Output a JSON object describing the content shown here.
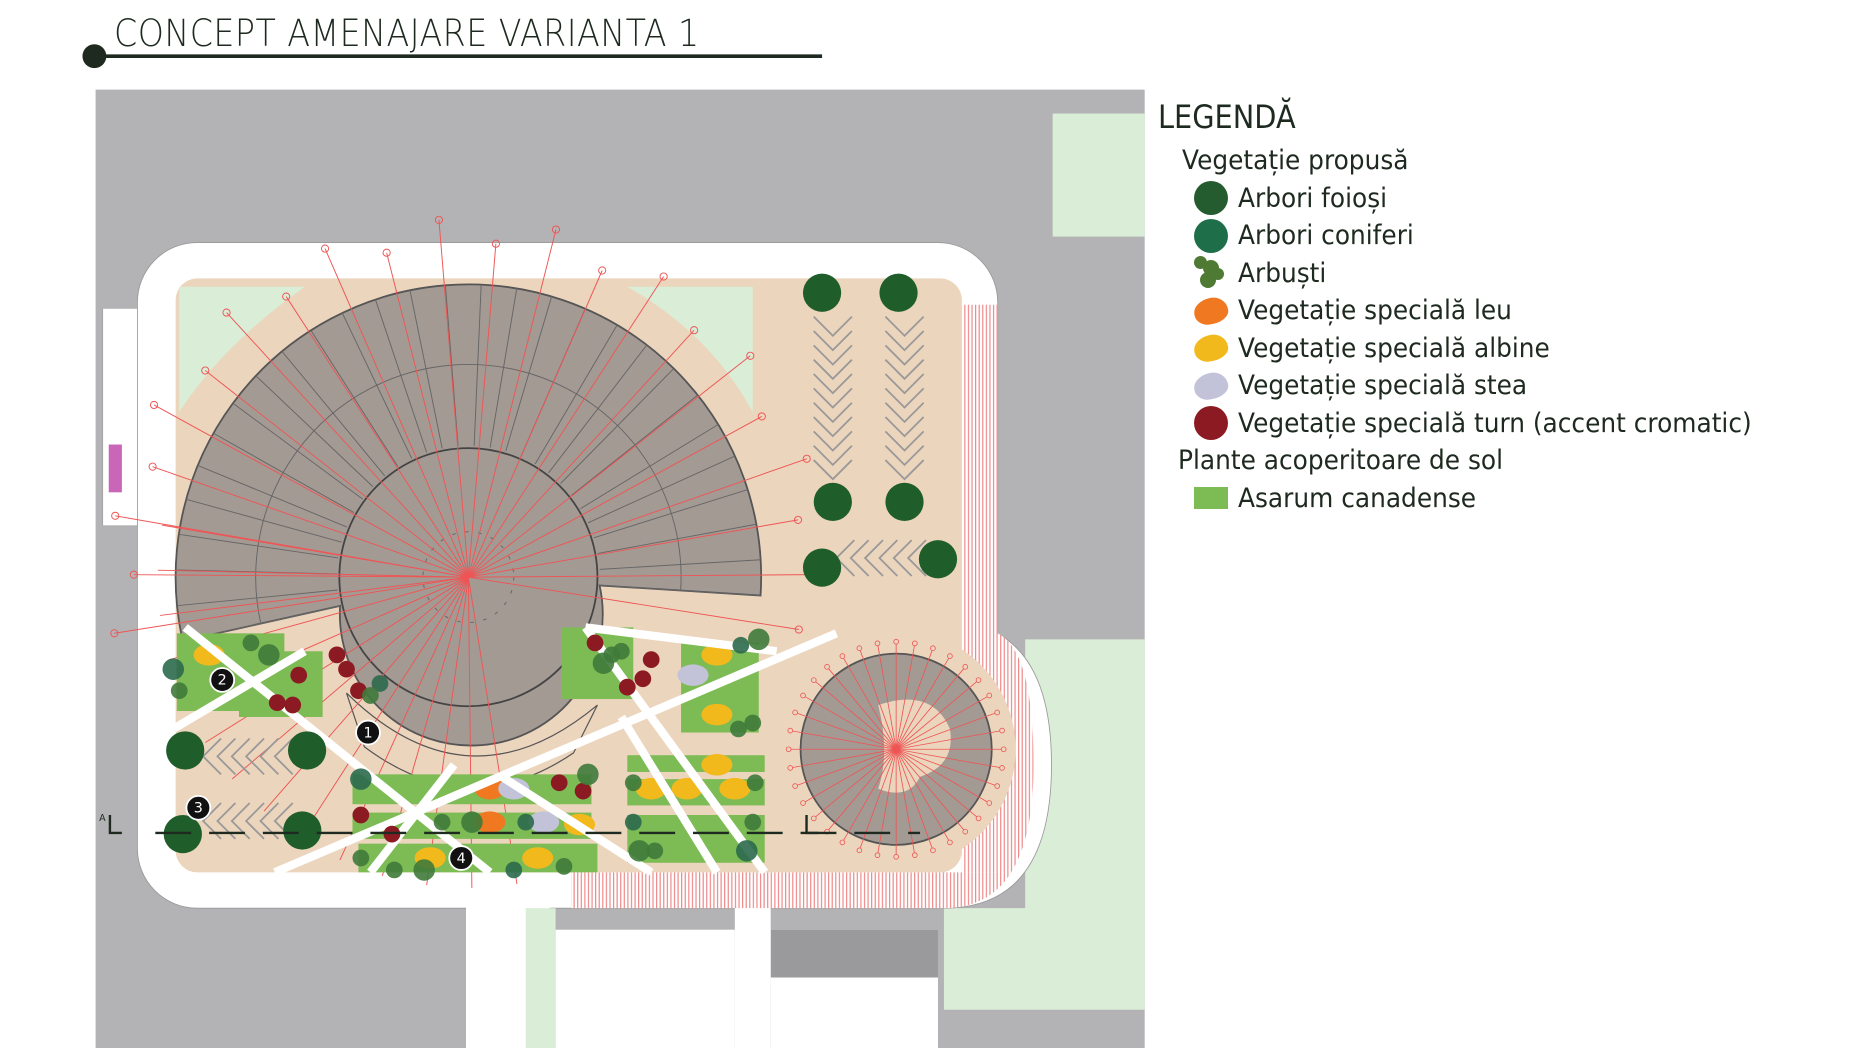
{
  "title": "CONCEPT AMENAJARE VARIANTA 1",
  "legend": {
    "title": "LEGENDĂ",
    "group_proposed": "Vegetație propusă",
    "items": [
      {
        "label": "Arbori foioși",
        "icon": "deciduous-tree-icon",
        "color": "#245c30"
      },
      {
        "label": "Arbori coniferi",
        "icon": "conifer-tree-icon",
        "color": "#1f6e4a"
      },
      {
        "label": "Arbuști",
        "icon": "shrub-icon",
        "color": "#4f7a34"
      },
      {
        "label": "Vegetație specială leu",
        "icon": "lion-vegetation-icon",
        "color": "#f07820"
      },
      {
        "label": "Vegetație specială albine",
        "icon": "bee-vegetation-icon",
        "color": "#f2b91c"
      },
      {
        "label": "Vegetație specială stea",
        "icon": "star-vegetation-icon",
        "color": "#c2c3d8"
      },
      {
        "label": "Vegetație specială turn (accent cromatic)",
        "icon": "tower-vegetation-icon",
        "color": "#8c1a22"
      }
    ],
    "group_ground": "Plante acoperitoare de sol",
    "ground_items": [
      {
        "label": "Asarum canadense",
        "icon": "ground-cover-icon",
        "color": "#7dbb55"
      }
    ]
  },
  "plan": {
    "markers": [
      "1",
      "2",
      "3",
      "4"
    ],
    "section_label": "A"
  }
}
